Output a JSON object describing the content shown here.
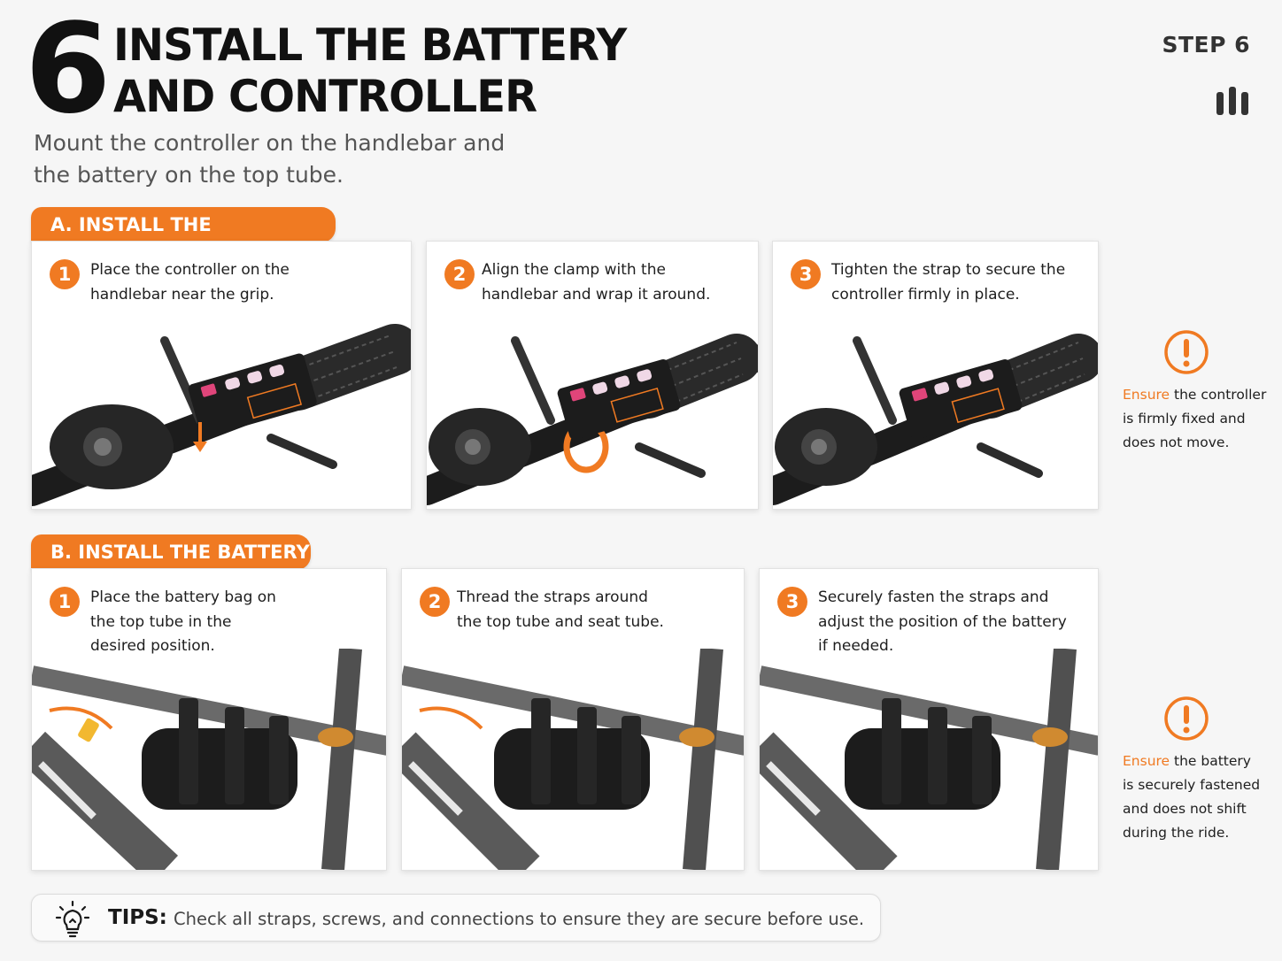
{
  "header": {
    "step_number": "6",
    "title_line1": "INSTALL THE BATTERY",
    "title_line2": "AND CONTROLLER",
    "subtitle_line1": "Mount the controller on the handlebar and",
    "subtitle_line2": "the battery on the top tube.",
    "step_label": "STEP 6"
  },
  "colors": {
    "accent": "#f07a22",
    "text": "#1a1a1a",
    "background": "#f6f6f6"
  },
  "section_a": {
    "title": "A. INSTALL THE CONTROLLER",
    "steps": [
      {
        "num": "1",
        "line1": "Place the controller on the",
        "line2": "handlebar near the grip.",
        "line3": ""
      },
      {
        "num": "2",
        "line1": "Align the clamp with the",
        "line2": "handlebar and wrap it around.",
        "line3": ""
      },
      {
        "num": "3",
        "line1": "Tighten the strap to secure the",
        "line2": "controller firmly in place.",
        "line3": ""
      }
    ],
    "note": {
      "icon": "alert-circle-icon",
      "accent": "Ensure",
      "line1_rest": " the controller",
      "line2": "is firmly fixed and",
      "line3": "does not move.",
      "line4": ""
    }
  },
  "section_b": {
    "title": "B. INSTALL THE BATTERY",
    "steps": [
      {
        "num": "1",
        "line1": "Place the battery bag on",
        "line2": "the top tube in the",
        "line3": "desired position."
      },
      {
        "num": "2",
        "line1": "Thread the straps around",
        "line2": "the top tube and seat tube.",
        "line3": ""
      },
      {
        "num": "3",
        "line1": "Securely fasten the straps and",
        "line2": "adjust the position of the battery",
        "line3": "if needed."
      }
    ],
    "note": {
      "icon": "alert-circle-icon",
      "accent": "Ensure",
      "line1_rest": " the battery",
      "line2": "is securely fastened",
      "line3": "and does not shift",
      "line4": "during the ride."
    }
  },
  "tips": {
    "icon": "lightbulb-icon",
    "label": "TIPS:",
    "text": "Check all straps, screws, and connections to ensure they are secure before use."
  }
}
